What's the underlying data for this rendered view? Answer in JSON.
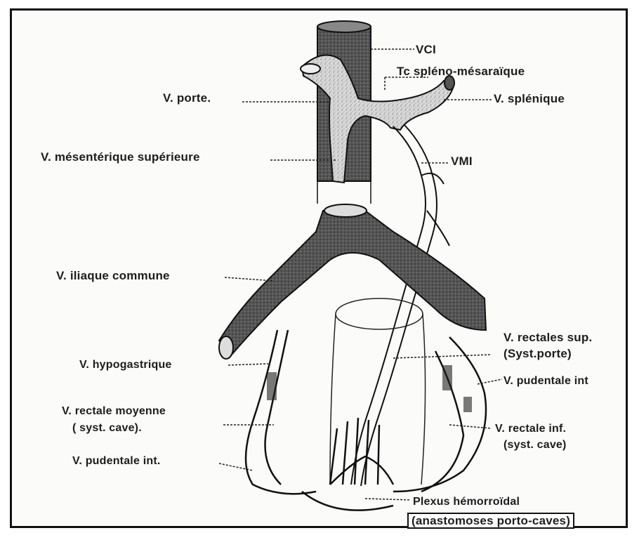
{
  "labels": {
    "vci": "VCI",
    "tc_spleno": "Tc spléno-mésaraïque",
    "v_porte": "V. porte.",
    "v_splenique": "V. splénique",
    "v_mes_sup": "V. mésentérique supérieure",
    "vmi": "VMI",
    "v_iliaque": "V. iliaque commune",
    "v_rect_sup_1": "V. rectales sup.",
    "v_rect_sup_2": "(Syst.porte)",
    "v_hypogastrique": "V. hypogastrique",
    "v_pud_int_right": "V. pudentale int",
    "v_rect_moy_1": "V. rectale moyenne",
    "v_rect_moy_2": "( syst. cave).",
    "v_rect_inf_1": "V. rectale inf.",
    "v_rect_inf_2": "(syst. cave)",
    "v_pud_int_left": "V. pudentale int.",
    "plexus": "Plexus hémorroïdal",
    "anastomoses": "(anastomoses porto-caves)"
  }
}
